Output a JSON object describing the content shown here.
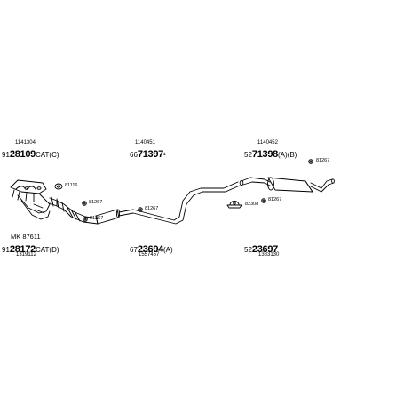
{
  "labels": {
    "top_left": {
      "small": "1141304",
      "pre": "91",
      "big": "28109",
      "suf": "CAT(C)"
    },
    "top_mid": {
      "small": "1140451",
      "pre": "66",
      "big": "71397",
      "suf": "¹"
    },
    "top_right": {
      "small": "1140452",
      "pre": "52",
      "big": "71398",
      "suf": "(A)(B)"
    },
    "mk": "MK 87611",
    "bottom_left": {
      "pre": "91",
      "big": "28172",
      "suf": "CAT(D)",
      "small": "1319112"
    },
    "bottom_mid": {
      "pre": "67",
      "big": "23694",
      "suf": "(A)",
      "small": "1557457"
    },
    "bottom_right": {
      "pre": "52",
      "big": "23697",
      "suf": "",
      "small": "1383130"
    }
  },
  "parts": {
    "gasket": "81116",
    "clamp_1": "81267",
    "clamp_2": "81267",
    "clamp_3": "81267",
    "clamp_4": "81267",
    "hanger": "82308"
  },
  "colors": {
    "line": "#000000",
    "background": "#ffffff"
  }
}
